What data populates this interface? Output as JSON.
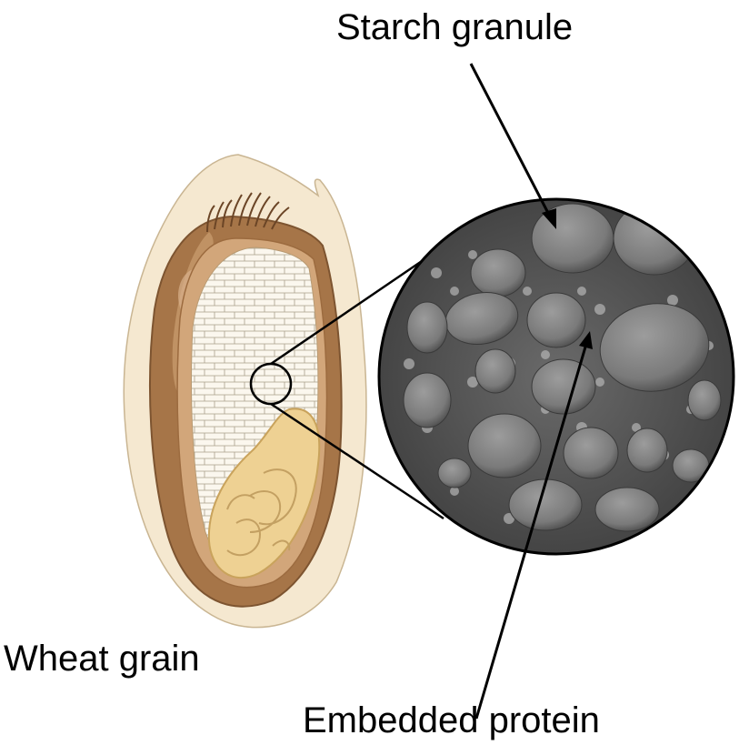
{
  "figure": {
    "labels": {
      "starch_granule": "Starch granule",
      "wheat_grain": "Wheat grain",
      "embedded_protein": "Embedded protein"
    },
    "colors": {
      "outer_husk": "#f5e8d0",
      "bran": "#a67548",
      "bran_light": "#d2a67a",
      "endosperm": "#fbf7ee",
      "germ": "#eed193",
      "micrograph_bg": "#5a5a5a",
      "granule": "#8a8a8a",
      "line": "#000000"
    },
    "icons": {
      "grain": "wheat-grain-cross-section",
      "micrograph": "sem-micrograph-starch"
    }
  }
}
